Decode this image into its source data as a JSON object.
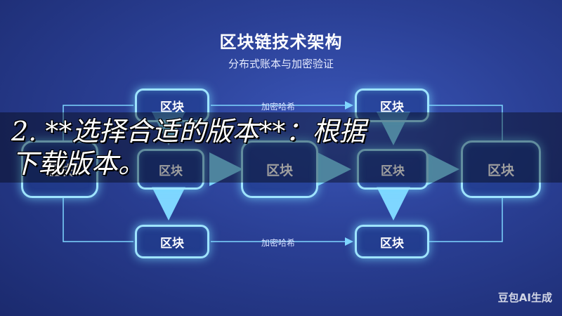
{
  "header": {
    "title": "区块链技术架构",
    "subtitle": "分布式账本与加密验证"
  },
  "diagram": {
    "block_label": "区块",
    "link_label_top": "加密哈希",
    "link_label_bottom": "加密哈希"
  },
  "caption": {
    "line1": "2. **选择合适的版本**：根据",
    "line2": "下载版本。"
  },
  "watermark": "豆包AI生成",
  "colors": {
    "background": "#2a3f94",
    "block_border": "#9fe4ff",
    "arrow": "#7fd6ff"
  }
}
